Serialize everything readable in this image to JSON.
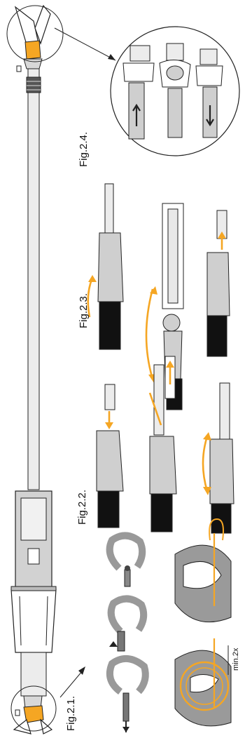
{
  "figures": {
    "fig_2_1": "Fig.2.1.",
    "fig_2_2": "Fig.2.2.",
    "fig_2_3": "Fig.2.3.",
    "fig_2_4": "Fig.2.4."
  },
  "annotations": {
    "min_wraps": "min.2x"
  },
  "colors": {
    "accent": "#F5A623",
    "line": "#222222",
    "strap_fill": "#e8e8e8",
    "metal_fill": "#cfcfcf",
    "dark_strap": "#111111"
  }
}
